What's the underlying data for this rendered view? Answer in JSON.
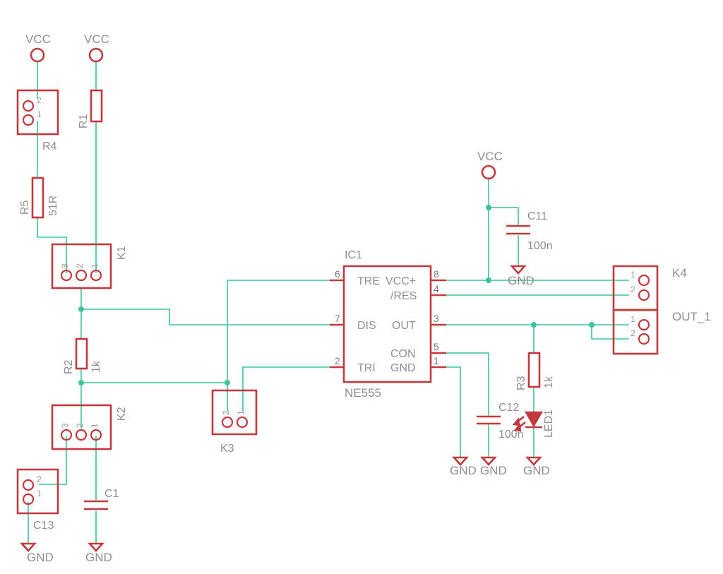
{
  "labels": {
    "vcc": "VCC",
    "gnd": "GND"
  },
  "resistors": {
    "r1": {
      "name": "R1"
    },
    "r2": {
      "name": "R2",
      "value": "1k"
    },
    "r3": {
      "name": "R3",
      "value": "1k"
    },
    "r4": {
      "name": "R4"
    },
    "r5": {
      "name": "R5",
      "value": "51R"
    }
  },
  "capacitors": {
    "c1": {
      "name": "C1"
    },
    "c11": {
      "name": "C11",
      "value": "100n"
    },
    "c12": {
      "name": "C12",
      "value": "100n"
    },
    "c13": {
      "name": "C13"
    }
  },
  "led": {
    "name": "LED1"
  },
  "connectors": {
    "k1": {
      "name": "K1",
      "pins": [
        "3",
        "2",
        "1"
      ]
    },
    "k2": {
      "name": "K2",
      "pins": [
        "3",
        "2",
        "1"
      ]
    },
    "k3": {
      "name": "K3",
      "pins": [
        "2",
        "1"
      ]
    },
    "k4": {
      "name": "K4",
      "pins": [
        "1",
        "2"
      ]
    },
    "out1": {
      "name": "OUT_1",
      "pins": [
        "1",
        "2"
      ]
    },
    "r4_header": {
      "pins": [
        "2",
        "1"
      ]
    },
    "c13_header": {
      "pins": [
        "2",
        "1"
      ]
    }
  },
  "ic1": {
    "name": "IC1",
    "part": "NE555",
    "left_pins": [
      {
        "num": "6",
        "label": "TRE"
      },
      {
        "num": "7",
        "label": "DIS"
      },
      {
        "num": "2",
        "label": "TRI"
      }
    ],
    "right_pins": [
      {
        "num": "8",
        "label": "VCC+"
      },
      {
        "num": "4",
        "label": "/RES"
      },
      {
        "num": "3",
        "label": "OUT"
      },
      {
        "num": "5",
        "label": "CON"
      },
      {
        "num": "1",
        "label": "GND"
      }
    ]
  }
}
